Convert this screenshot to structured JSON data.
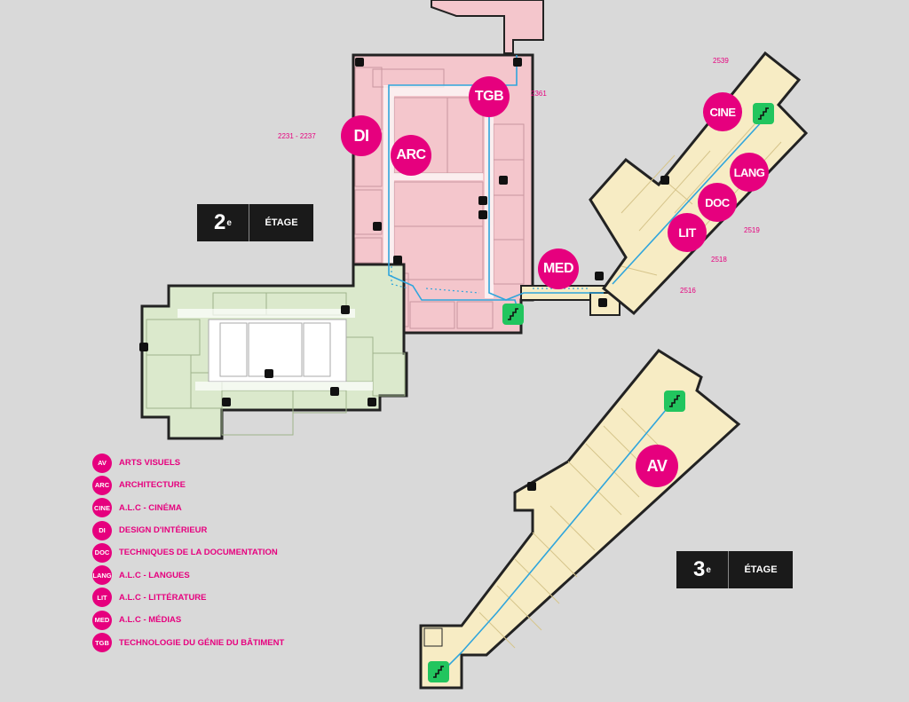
{
  "floors": {
    "second": {
      "number": "2",
      "suffix": "e",
      "word": "ÉTAGE"
    },
    "third": {
      "number": "3",
      "suffix": "e",
      "word": "ÉTAGE"
    }
  },
  "badges": {
    "tgb": "TGB",
    "di": "DI",
    "arc": "ARC",
    "med": "MED",
    "cine": "CINE",
    "lang": "LANG",
    "doc": "DOC",
    "lit": "LIT",
    "av": "AV"
  },
  "room_numbers": {
    "tgb": "2361",
    "di": "2231 - 2237",
    "cine": "2539",
    "lang": "2519",
    "doc": "2518",
    "lit": "2516"
  },
  "legend": [
    {
      "code": "AV",
      "label": "ARTS VISUELS"
    },
    {
      "code": "ARC",
      "label": "ARCHITECTURE"
    },
    {
      "code": "CINE",
      "label": "A.L.C - CINÉMA"
    },
    {
      "code": "DI",
      "label": "DESIGN D'INTÉRIEUR"
    },
    {
      "code": "DOC",
      "label": "TECHNIQUES DE LA DOCUMENTATION"
    },
    {
      "code": "LANG",
      "label": "A.L.C - LANGUES"
    },
    {
      "code": "LIT",
      "label": "A.L.C - LITTÉRATURE"
    },
    {
      "code": "MED",
      "label": "A.L.C - MÉDIAS"
    },
    {
      "code": "TGB",
      "label": "TECHNOLOGIE DU GÉNIE DU BÂTIMENT"
    }
  ],
  "colors": {
    "background": "#d9d9d9",
    "pink_zone": "#f4c6cc",
    "green_zone": "#dbe9cc",
    "yellow_zone": "#f7ecc4",
    "badge": "#e6007e",
    "route": "#2fa5dc",
    "stairs": "#22c55e"
  },
  "icons": [
    "stairs-icon",
    "elevator-icon",
    "accessible-icon"
  ]
}
